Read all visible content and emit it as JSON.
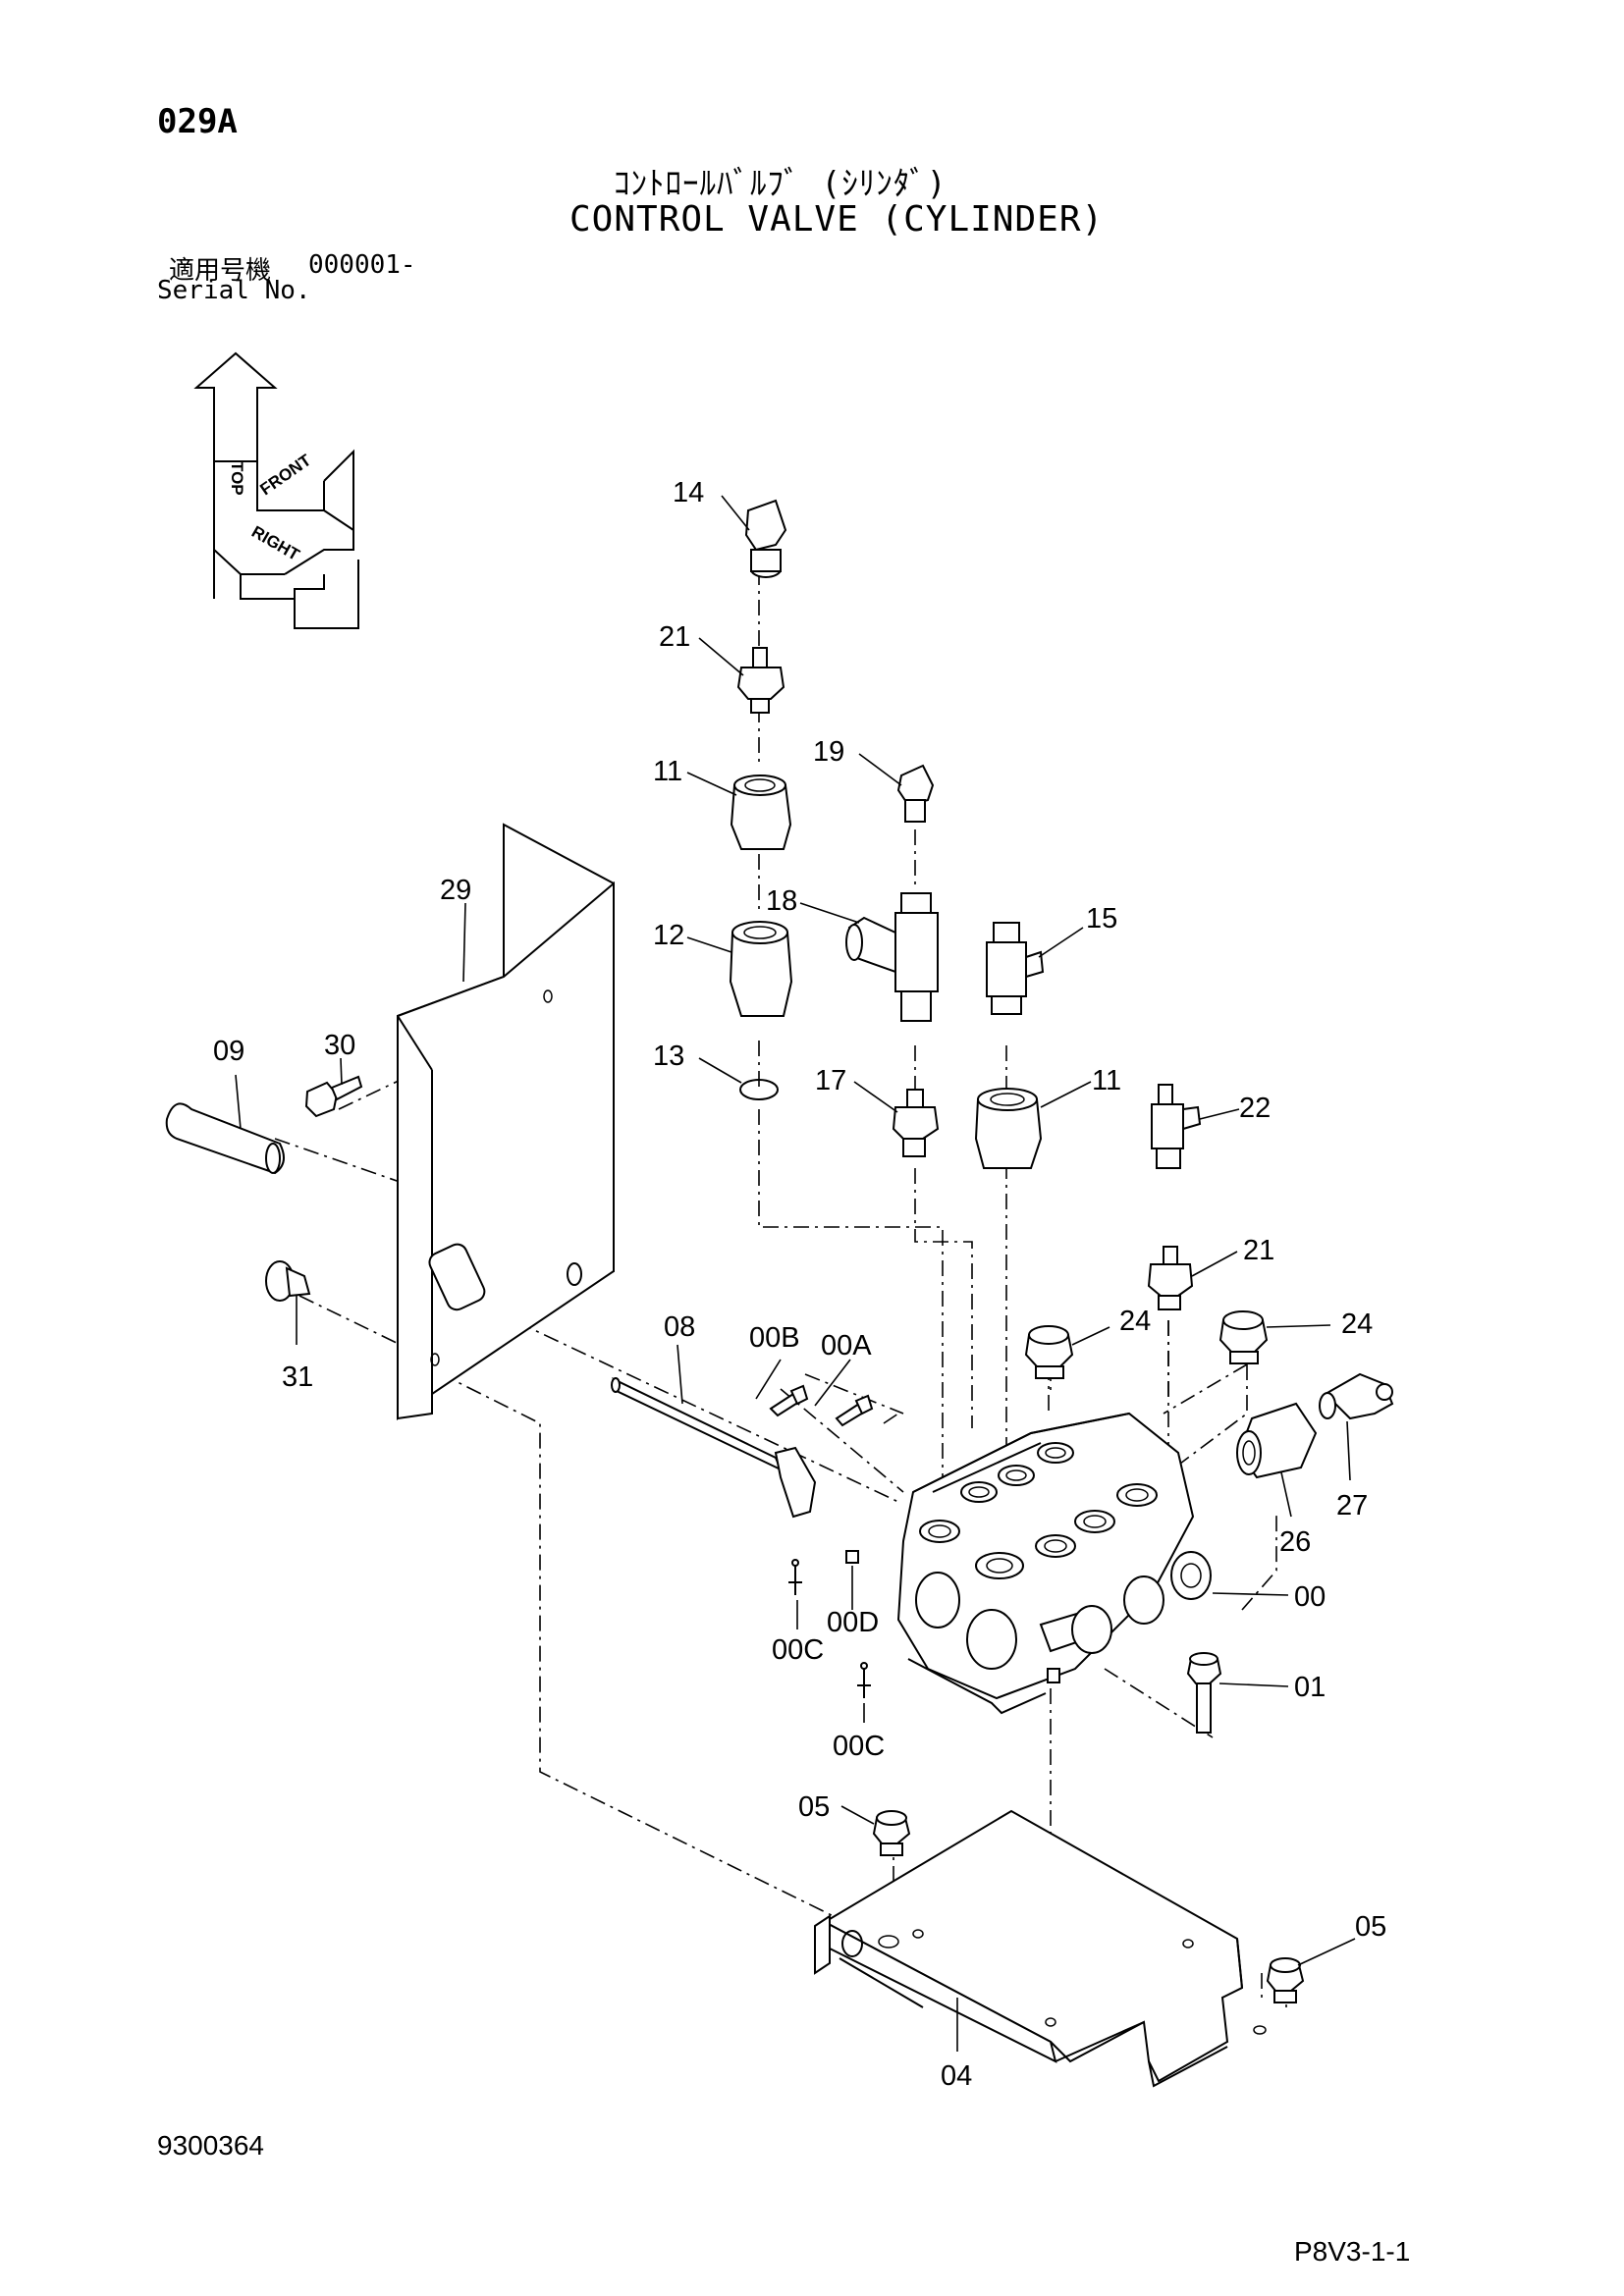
{
  "header": {
    "page_code": "029A",
    "title_jp": "ｺﾝﾄﾛｰﾙﾊﾞﾙﾌﾞ (ｼﾘﾝﾀﾞ)",
    "title_en": "CONTROL VALVE (CYLINDER)",
    "serial_label_jp": "適用号機",
    "serial_value": "000001-",
    "serial_label_en": "Serial No."
  },
  "orientation": {
    "top": "TOP",
    "front": "FRONT",
    "right": "RIGHT"
  },
  "parts": {
    "p14": "14",
    "p21a": "21",
    "p11a": "11",
    "p19": "19",
    "p29": "29",
    "p18": "18",
    "p12": "12",
    "p15": "15",
    "p30": "30",
    "p09": "09",
    "p13": "13",
    "p17": "17",
    "p11b": "11",
    "p22": "22",
    "p21b": "21",
    "p24a": "24",
    "p24b": "24",
    "p31": "31",
    "p08": "08",
    "p00B": "00B",
    "p00A": "00A",
    "p27": "27",
    "p26": "26",
    "p00": "00",
    "p00D": "00D",
    "p00Ca": "00C",
    "p01": "01",
    "p00Cb": "00C",
    "p05a": "05",
    "p05b": "05",
    "p04": "04"
  },
  "footer": {
    "drawing_number": "9300364",
    "page_ref": "P8V3-1-1"
  }
}
